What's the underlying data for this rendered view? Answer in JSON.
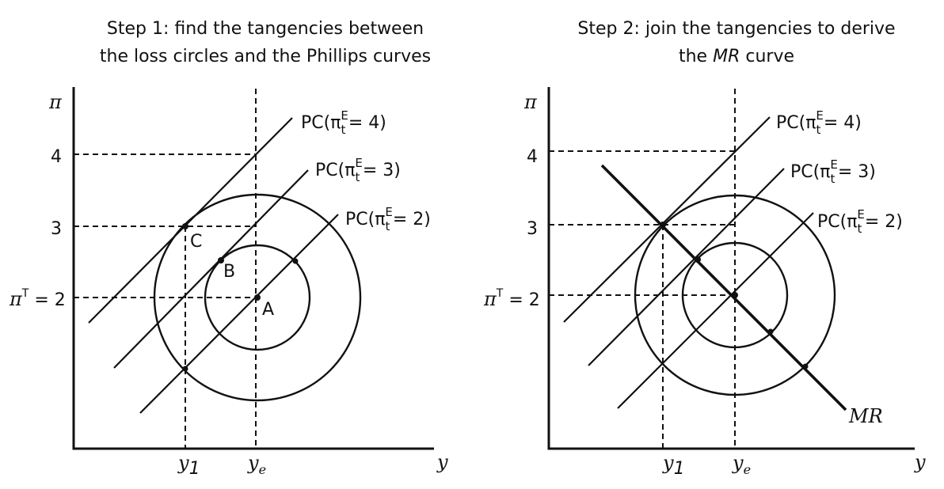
{
  "panels": [
    {
      "title_line1": "Step 1: find the tangencies between",
      "title_line2": "the loss circles and the Phillips curves",
      "y_axis_label": "π",
      "x_axis_label": "y",
      "tick_4": "4",
      "tick_3": "3",
      "tick_target": "π",
      "tick_target_sup": "T",
      "tick_target_val": " = 2",
      "x_tick_y1": "y",
      "x_tick_y1_sub": "1",
      "x_tick_ye": "y",
      "x_tick_ye_sub": "e",
      "pc_prefix": "PC(π",
      "pc_sub": "t",
      "pc_sup": "E",
      "pc_values": [
        "= 4)",
        "= 3)",
        "= 2)"
      ],
      "point_labels": [
        "C",
        "B",
        "A"
      ]
    },
    {
      "title_line1": "Step 2: join the tangencies to derive",
      "title_line2_prefix": "the ",
      "title_line2_ital": "MR",
      "title_line2_suffix": " curve",
      "y_axis_label": "π",
      "x_axis_label": "y",
      "tick_4": "4",
      "tick_3": "3",
      "tick_target": "π",
      "tick_target_sup": "T",
      "tick_target_val": " = 2",
      "x_tick_y1": "y",
      "x_tick_y1_sub": "1",
      "x_tick_ye": "y",
      "x_tick_ye_sub": "e",
      "pc_prefix": "PC(π",
      "pc_sub": "t",
      "pc_sup": "E",
      "pc_values": [
        "= 4)",
        "= 3)",
        "= 2)"
      ],
      "mr_label": "MR"
    }
  ]
}
